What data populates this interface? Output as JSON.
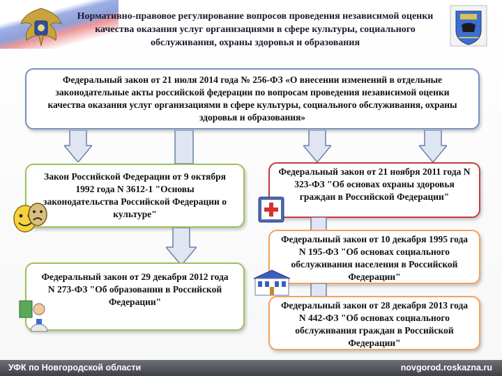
{
  "header": {
    "title": "Нормативно-правовое регулирование вопросов проведения независимой оценки качества оказания услуг организациями в сфере культуры, социального обслуживания, охраны здоровья и образования"
  },
  "laws": {
    "main": "Федеральный закон от 21 июля 2014 года № 256-ФЗ «О внесении изменений в отдельные законодательные акты российской федерации по вопросам проведения независимой оценки качества оказания услуг организациями в сфере культуры, социального обслуживания, охраны здоровья и образования»",
    "culture": "Закон Российской Федерации от 9 октября 1992 года N 3612-1 \"Основы законодательства Российской Федерации о культуре\"",
    "education": "Федеральный закон от 29 декабря 2012 года N 273-ФЗ \"Об образовании в Российской Федерации\"",
    "health": "Федеральный закон от 21 ноября 2011 года N 323-ФЗ \"Об основах охраны здоровья граждан в Российской Федерации\"",
    "social_1995": "Федеральный закон от 10 декабря 1995 года N 195-ФЗ \"Об основах социального обслуживания населения в Российской Федерации\"",
    "social_2013": "Федеральный закон от 28 декабря 2013 года N 442-ФЗ \"Об основах социального обслуживания граждан в Российской Федерации\""
  },
  "footer": {
    "left": "УФК по Новгородской области",
    "right": "novgorod.roskazna.ru"
  },
  "colors": {
    "main_border": "#7a8fbf",
    "culture_border": "#9bc25a",
    "health_border": "#c93a3a",
    "social_border": "#f2a35e",
    "arrow_fill": "#dfe6f2",
    "arrow_stroke": "#6d7fa8"
  },
  "icons": [
    "theatre-masks-icon",
    "teacher-icon",
    "medical-cross-icon",
    "building-icon",
    "emblem-left-icon",
    "emblem-right-icon"
  ]
}
